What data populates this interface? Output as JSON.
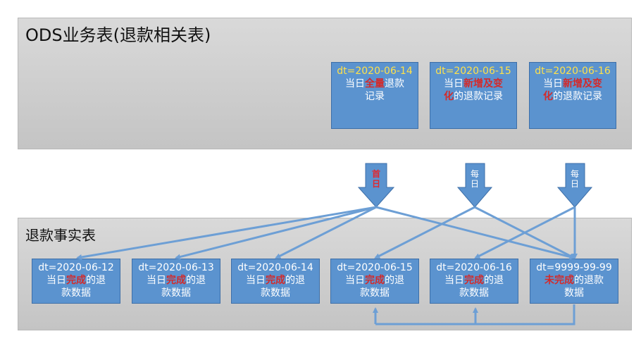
{
  "ods_panel": {
    "title": "ODS业务表(退款相关表)",
    "boxes": [
      {
        "dt": "dt=2020-06-14",
        "l1a": "当日",
        "l1b": "全量",
        "l1c": "退款",
        "l2": "记录"
      },
      {
        "dt": "dt=2020-06-15",
        "l1a": "当日",
        "l1b": "新增及变",
        "l2a": "化",
        "l2b": "的退款记录"
      },
      {
        "dt": "dt=2020-06-16",
        "l1a": "当日",
        "l1b": "新增及变",
        "l2a": "化",
        "l2b": "的退款记录"
      }
    ]
  },
  "arrows": [
    {
      "l1": "首",
      "l2": "日"
    },
    {
      "l1": "每",
      "l2": "日"
    },
    {
      "l1": "每",
      "l2": "日"
    }
  ],
  "fact_panel": {
    "title": "退款事实表",
    "boxes": [
      {
        "dt": "dt=2020-06-12",
        "a": "当日",
        "b": "完成",
        "c": "的退",
        "d": "款数据"
      },
      {
        "dt": "dt=2020-06-13",
        "a": "当日",
        "b": "完成",
        "c": "的退",
        "d": "款数据"
      },
      {
        "dt": "dt=2020-06-14",
        "a": "当日",
        "b": "完成",
        "c": "的退",
        "d": "款数据"
      },
      {
        "dt": "dt=2020-06-15",
        "a": "当日",
        "b": "完成",
        "c": "的退",
        "d": "款数据"
      },
      {
        "dt": "dt=2020-06-16",
        "a": "当日",
        "b": "完成",
        "c": "的退",
        "d": "款数据"
      },
      {
        "dt": "dt=9999-99-99",
        "a": "",
        "b": "未完成",
        "c": "的退款",
        "d": "数据"
      }
    ]
  },
  "colors": {
    "box_fill": "#5b93cf",
    "connector": "#6d9fd5",
    "highlight_red": "#d42a2a",
    "date_yellow": "#ffe14a"
  }
}
